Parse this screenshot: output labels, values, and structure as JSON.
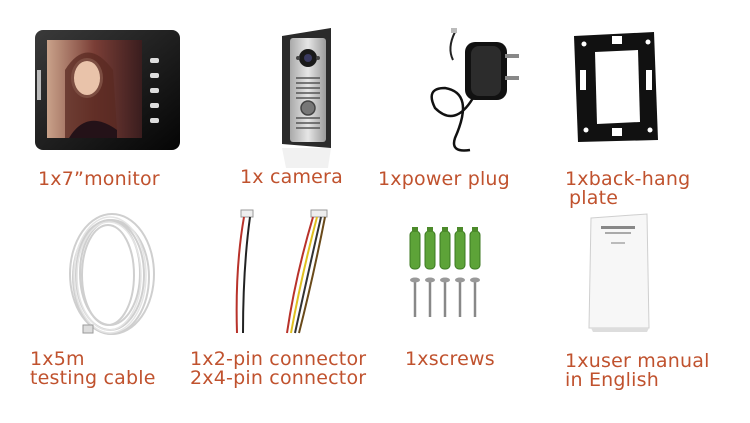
{
  "items": [
    {
      "id": "monitor",
      "label_lines": [
        "1x7”monitor"
      ],
      "icon": "monitor-icon"
    },
    {
      "id": "camera",
      "label_lines": [
        "1x camera"
      ],
      "icon": "camera-icon"
    },
    {
      "id": "power-plug",
      "label_lines": [
        "1xpower plug"
      ],
      "icon": "power-adapter-icon"
    },
    {
      "id": "back-plate",
      "label_lines": [
        "1xback-hang",
        "plate"
      ],
      "icon": "mounting-plate-icon"
    },
    {
      "id": "cable",
      "label_lines": [
        "1x5m",
        "testing cable"
      ],
      "icon": "cable-coil-icon"
    },
    {
      "id": "connectors",
      "label_lines": [
        "1x2-pin connector",
        "2x4-pin connector"
      ],
      "icon": "wire-connector-icon"
    },
    {
      "id": "screws",
      "label_lines": [
        "1xscrews"
      ],
      "icon": "screws-icon"
    },
    {
      "id": "manual",
      "label_lines": [
        "1xuser manual",
        "in English"
      ],
      "icon": "manual-booklet-icon"
    }
  ],
  "colors": {
    "label": "#c0522e",
    "screw_anchor": "#5da338"
  }
}
